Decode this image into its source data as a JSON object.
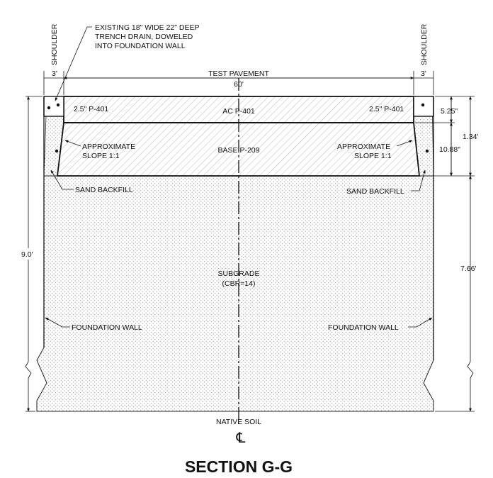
{
  "drawing": {
    "section_title": "SECTION G-G",
    "centerline_symbol": "℄",
    "note_trench_drain": [
      "EXISTING 18\" WIDE 22\" DEEP",
      "TRENCH DRAIN, DOWELED",
      "INTO FOUNDATION WALL"
    ],
    "shoulder_label": "SHOULDER",
    "shoulder_width": "3'",
    "test_pavement_label": "TEST PAVEMENT",
    "test_pavement_width": "60'",
    "native_soil": "NATIVE SOIL",
    "layers": {
      "ac_label": "AC P-401",
      "ac_edge_left": "2.5\" P-401",
      "ac_edge_right": "2.5\" P-401",
      "base_label": "BASE P-209",
      "slope_line1": "APPROXIMATE",
      "slope_line2": "SLOPE 1:1",
      "subgrade_line1": "SUBGRADE",
      "subgrade_line2": "(CBR=14)"
    },
    "callouts": {
      "sand_backfill": "SAND BACKFILL",
      "foundation_wall": "FOUNDATION WALL"
    },
    "dimensions": {
      "ac_thickness": "5.25\"",
      "base_thickness": "10.88\"",
      "pavement_total": "1.34'",
      "subgrade_depth": "7.66'",
      "total_depth": "9.0'"
    }
  }
}
